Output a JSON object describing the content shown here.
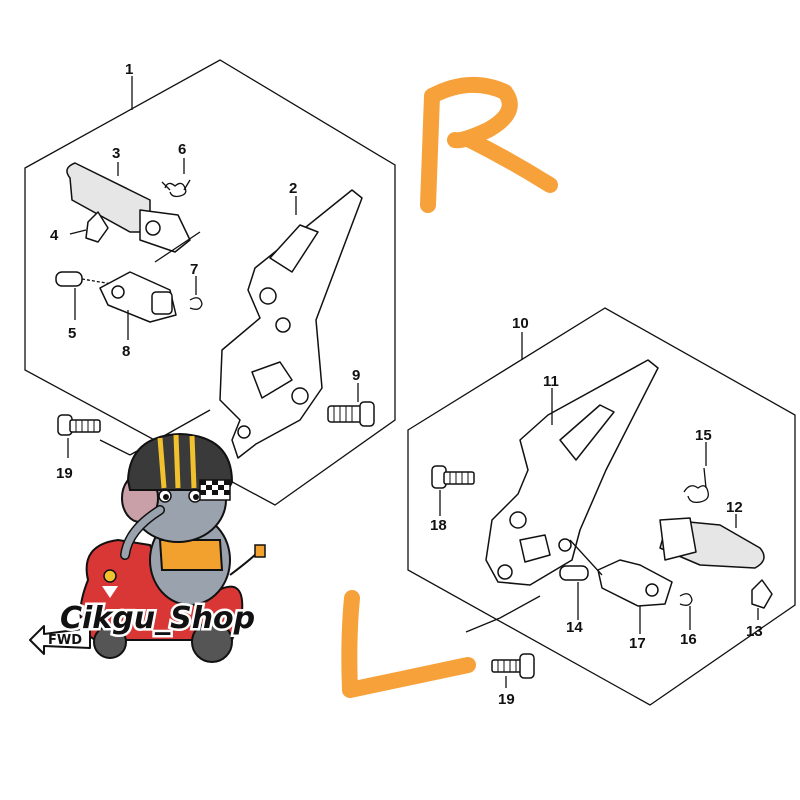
{
  "diagram": {
    "right_group": {
      "side_mark": "R",
      "callouts": {
        "c1": "1",
        "c2": "2",
        "c3": "3",
        "c4": "4",
        "c5": "5",
        "c6": "6",
        "c7": "7",
        "c8": "8",
        "c9": "9",
        "c19": "19"
      }
    },
    "left_group": {
      "side_mark": "L",
      "callouts": {
        "c10": "10",
        "c11": "11",
        "c12": "12",
        "c13": "13",
        "c14": "14",
        "c15": "15",
        "c16": "16",
        "c17": "17",
        "c18": "18",
        "c19": "19"
      }
    },
    "watermark": {
      "shop_name": "Cikgu_Shop",
      "direction": "FWD"
    },
    "colors": {
      "hand_letters": "#f7a13a",
      "lines": "#111111",
      "helmet_stripe": "#f2c12e",
      "scooter": "#d93636",
      "elephant": "#9aa3ad"
    }
  }
}
